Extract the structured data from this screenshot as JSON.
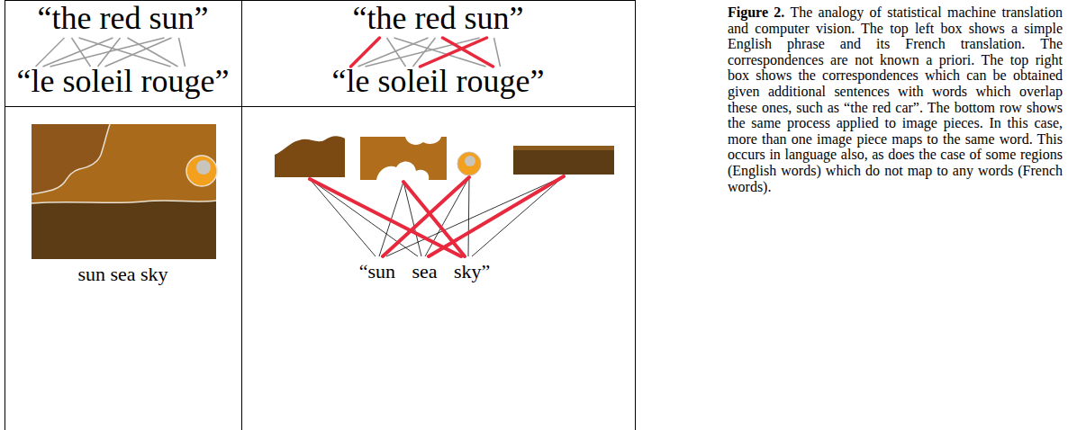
{
  "diagram": {
    "caption": "Figure 2. The analogy of statistical machine translation and computer vision. The top left box shows a simple English phrase and its French translation. The correspondences are not known a priori. The top right box shows the correspondences which can be obtained given additional sentences with words which overlap these ones, such as “the red car”. The bottom row shows the same process applied to image pieces. In this case, more than one image piece maps to the same word. This occurs in language also, as does the case of some regions (English words) which do not map to any words (French words).",
    "nodes": [
      {
        "text": [
          "“the red sun”",
          "“le soleil rouge”"
        ]
      },
      {
        "text": [
          "“the red sun”",
          "“le soleil rouge”"
        ]
      },
      {
        "text": [
          "sun sea sky"
        ]
      },
      {
        "text": [
          "“sun sea sky”"
        ]
      }
    ]
  }
}
